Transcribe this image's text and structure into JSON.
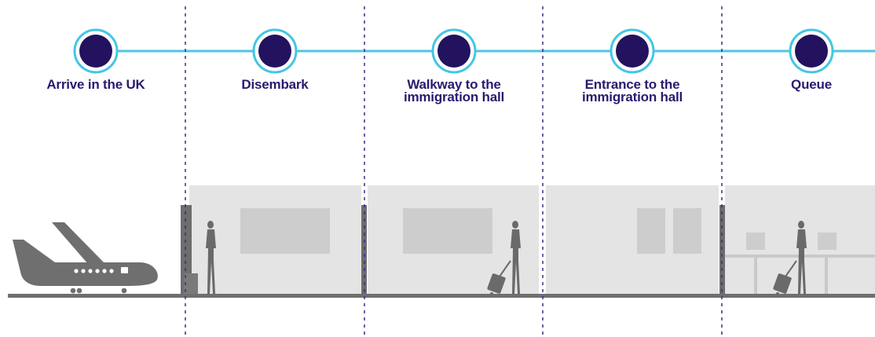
{
  "colors": {
    "node_fill": "#23125e",
    "node_ring": "#44c6e4",
    "timeline_line": "#4fc5e3",
    "divider": "#3a2b8c",
    "label_text": "#2b1a6e",
    "room_fill": "#e4e4e4",
    "screen_fill": "#cdcdcd",
    "wall": "#6d6d6d",
    "figure": "#6a6a6a",
    "plane": "#6f6f6f"
  },
  "steps": [
    {
      "id": "arrive",
      "lines": [
        "Arrive in the UK"
      ]
    },
    {
      "id": "disembark",
      "lines": [
        "Disembark"
      ]
    },
    {
      "id": "walkway",
      "lines": [
        "Walkway to the",
        "immigration hall"
      ]
    },
    {
      "id": "entrance",
      "lines": [
        "Entrance to the",
        "immigration hall"
      ]
    },
    {
      "id": "queue",
      "lines": [
        "Queue"
      ]
    }
  ],
  "icons": {
    "plane": "airplane-icon",
    "person": "person-silhouette-icon",
    "person_with_suitcase": "person-with-suitcase-icon"
  }
}
